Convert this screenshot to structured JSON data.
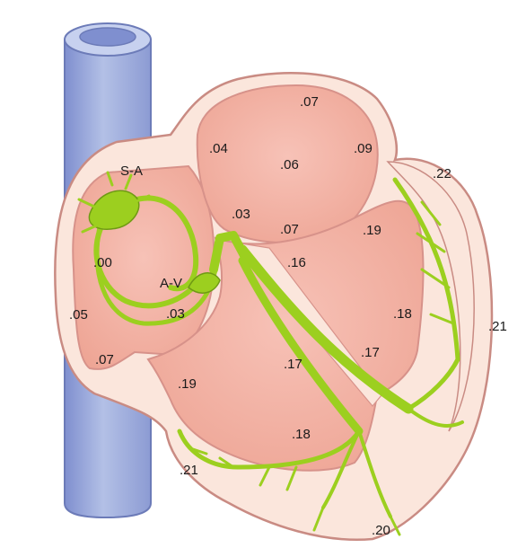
{
  "colors": {
    "vessel": "#a9b6df",
    "vessel_stroke": "#6c7bb8",
    "wall": "#fbe6dc",
    "wall_stroke": "#c98b83",
    "chamber": "#f2b0a4",
    "chamber_stroke": "#d7928a",
    "conduction": "#9ccf1f",
    "conduction_stroke": "#6f9a14"
  },
  "labels": {
    "sa_node": "S-A",
    "av_node": "A-V"
  },
  "times": [
    ".07",
    ".04",
    ".06",
    ".09",
    ".22",
    ".03",
    ".07",
    ".19",
    ".16",
    ".00",
    ".05",
    ".03",
    ".18",
    ".21",
    ".07",
    ".17",
    ".17",
    ".19",
    ".18",
    ".21",
    ".20"
  ]
}
